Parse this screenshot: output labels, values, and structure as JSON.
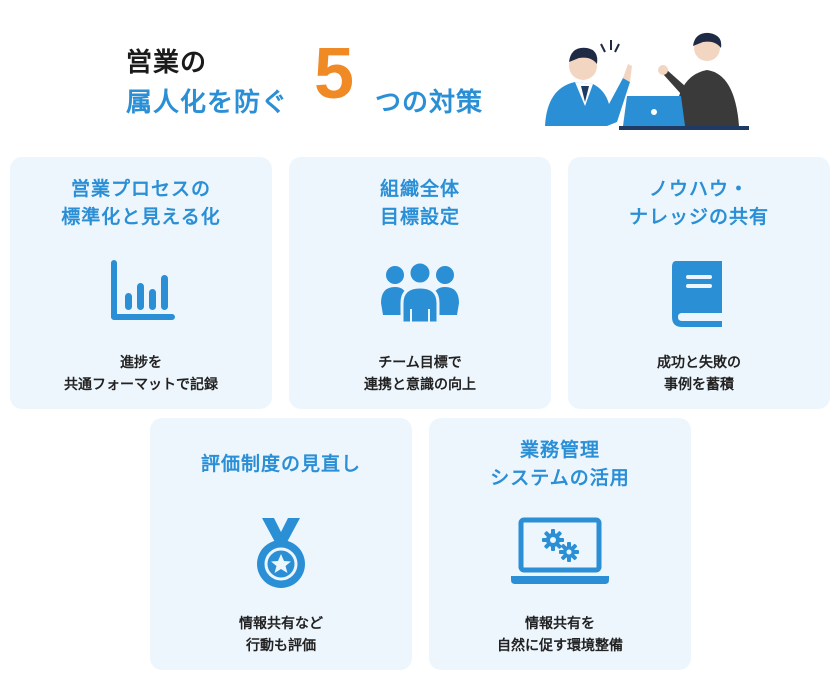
{
  "header": {
    "line1": "営業の",
    "line2": "属人化を防ぐ",
    "number": "5",
    "line3": "つの対策"
  },
  "colors": {
    "accent_blue": "#2b8fd6",
    "accent_orange": "#ef8a24",
    "card_bg": "#eef6fd"
  },
  "cards": [
    {
      "title": [
        "営業プロセスの",
        "標準化と見える化"
      ],
      "icon": "bar-chart-icon",
      "desc": [
        "進捗を",
        "共通フォーマットで記録"
      ]
    },
    {
      "title": [
        "組織全体",
        "目標設定"
      ],
      "icon": "team-icon",
      "desc": [
        "チーム目標で",
        "連携と意識の向上"
      ]
    },
    {
      "title": [
        "ノウハウ・",
        "ナレッジの共有"
      ],
      "icon": "book-icon",
      "desc": [
        "成功と失敗の",
        "事例を蓄積"
      ]
    },
    {
      "title": [
        "評価制度の見直し"
      ],
      "icon": "medal-icon",
      "desc": [
        "情報共有など",
        "行動も評価"
      ]
    },
    {
      "title": [
        "業務管理",
        "システムの活用"
      ],
      "icon": "laptop-gears-icon",
      "desc": [
        "情報共有を",
        "自然に促す環境整備"
      ]
    }
  ]
}
